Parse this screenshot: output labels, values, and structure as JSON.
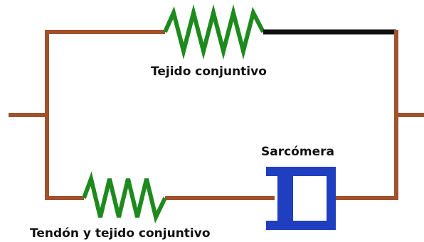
{
  "labels": {
    "top_spring": "Tejido conjuntivo",
    "sarcomere": "Sarcómera",
    "bottom_spring": "Tendón y tejido conjuntivo"
  },
  "colors": {
    "background": "#ffffff",
    "wire": "#a0522d",
    "spring": "#1e8a1e",
    "wire_black": "#111111",
    "sarcomere": "#1f3fc0"
  }
}
